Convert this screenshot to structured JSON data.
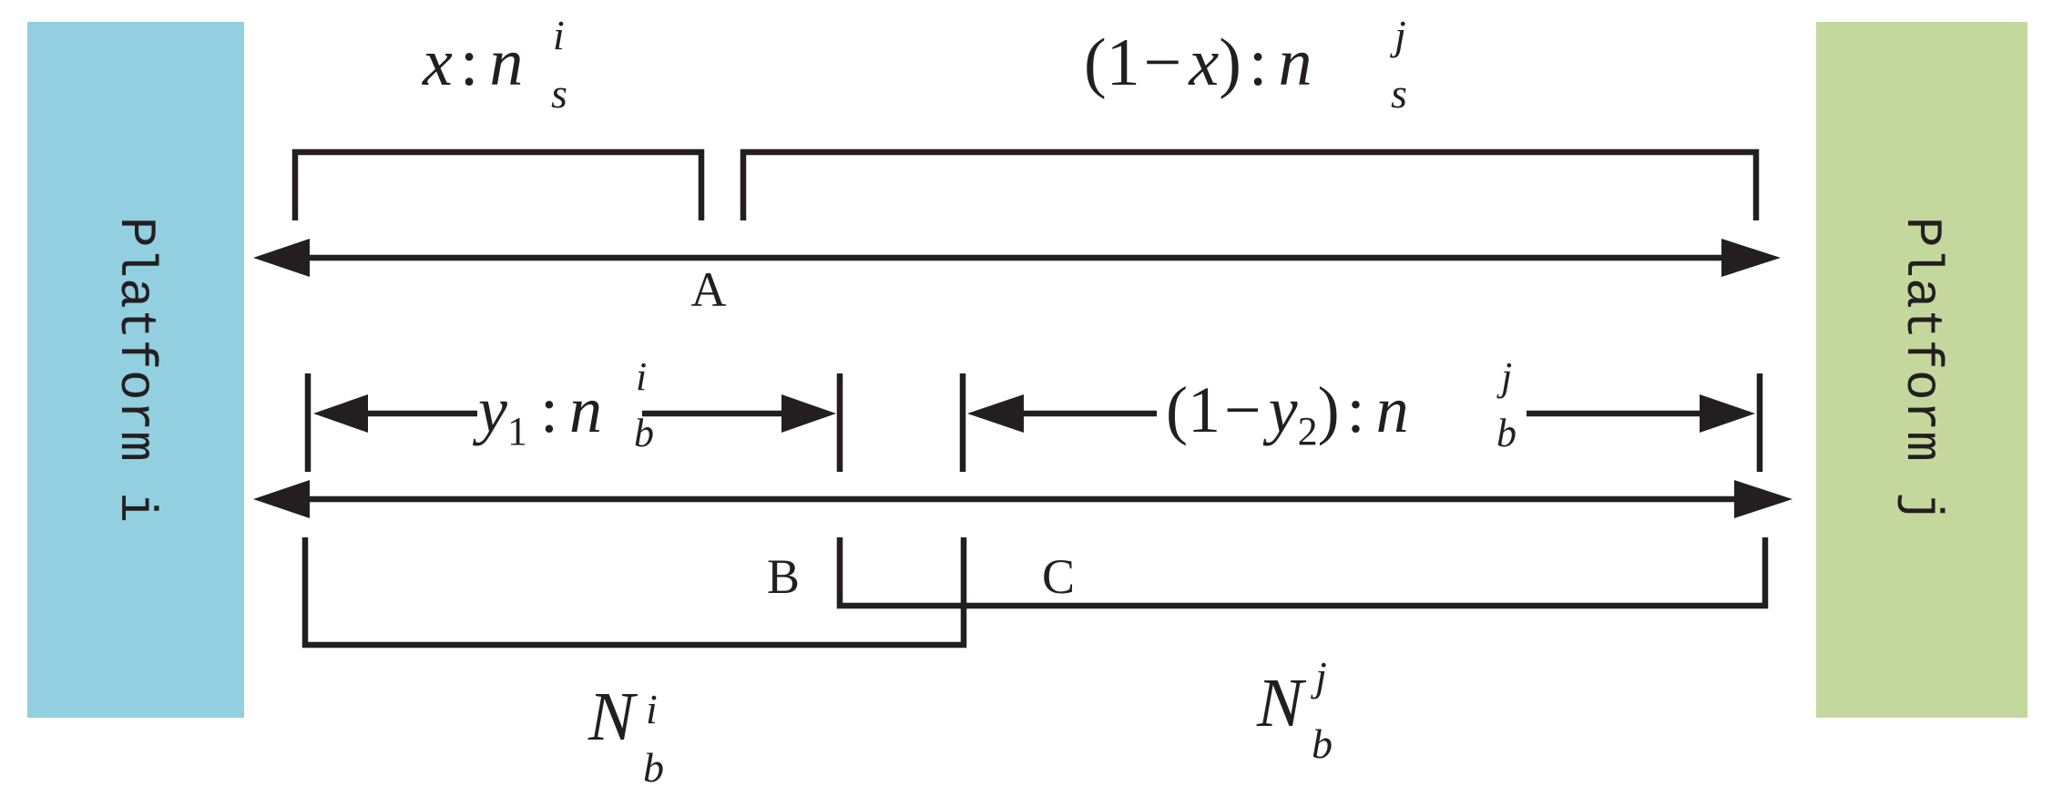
{
  "platforms": {
    "left": {
      "label": "Platform i",
      "color": "#92cfe0"
    },
    "right": {
      "label": "Platform j",
      "color": "#c4d89d"
    }
  },
  "line_color": "#231f20",
  "segments": {
    "A": "A",
    "B": "B",
    "C": "C"
  },
  "formulas": {
    "seller_i": {
      "text": "x : n_s^i"
    },
    "seller_j": {
      "text": "(1 − x) : n_s^j"
    },
    "buyer_i": {
      "text": "y_1 : n_b^i"
    },
    "buyer_j": {
      "text": "(1 − y_2) : n_b^j"
    },
    "total_i": {
      "text": "N_b^i"
    },
    "total_j": {
      "text": "N_b^j"
    }
  }
}
